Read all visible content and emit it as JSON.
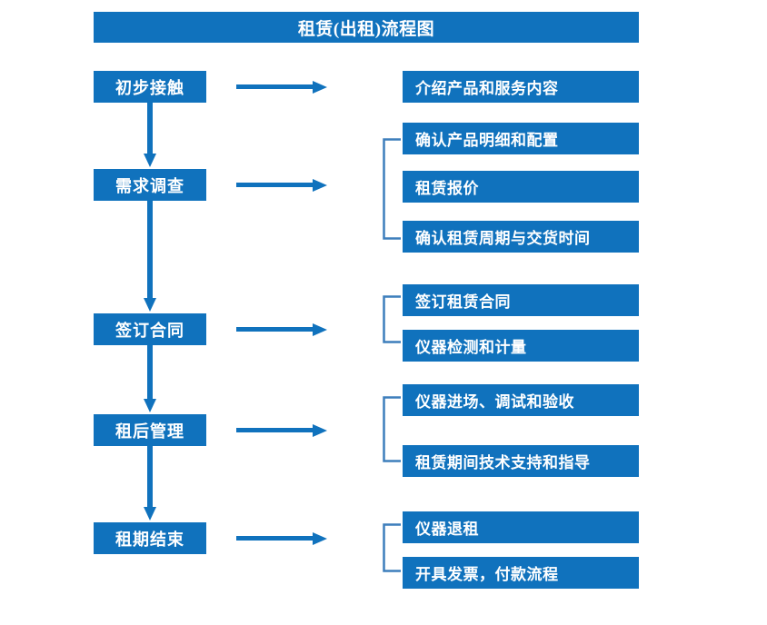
{
  "diagram": {
    "title": "租赁(出租)流程图",
    "type": "flowchart",
    "colors": {
      "box_fill": "#1072bd",
      "box_text": "#ffffff",
      "arrow": "#1072bd",
      "bracket": "#3d7ebc",
      "background": "#ffffff"
    },
    "stages": [
      {
        "id": "stage-1",
        "label": "初步接触",
        "details": [
          "介绍产品和服务内容"
        ],
        "has_bracket": false,
        "has_down_arrow": true
      },
      {
        "id": "stage-2",
        "label": "需求调查",
        "details": [
          "确认产品明细和配置",
          "租赁报价",
          "确认租赁周期与交货时间"
        ],
        "has_bracket": true,
        "has_down_arrow": true
      },
      {
        "id": "stage-3",
        "label": "签订合同",
        "details": [
          "签订租赁合同",
          "仪器检测和计量"
        ],
        "has_bracket": true,
        "has_down_arrow": true
      },
      {
        "id": "stage-4",
        "label": "租后管理",
        "details": [
          "仪器进场、调试和验收",
          "租赁期间技术支持和指导"
        ],
        "has_bracket": true,
        "has_down_arrow": true
      },
      {
        "id": "stage-5",
        "label": "租期结束",
        "details": [
          "仪器退租",
          "开具发票，付款流程"
        ],
        "has_bracket": true,
        "has_down_arrow": false
      }
    ],
    "detail_boxes": [
      "介绍产品和服务内容",
      "确认产品明细和配置",
      "租赁报价",
      "确认租赁周期与交货时间",
      "签订租赁合同",
      "仪器检测和计量",
      "仪器进场、调试和验收",
      "租赁期间技术支持和指导",
      "仪器退租",
      "开具发票，付款流程"
    ]
  }
}
